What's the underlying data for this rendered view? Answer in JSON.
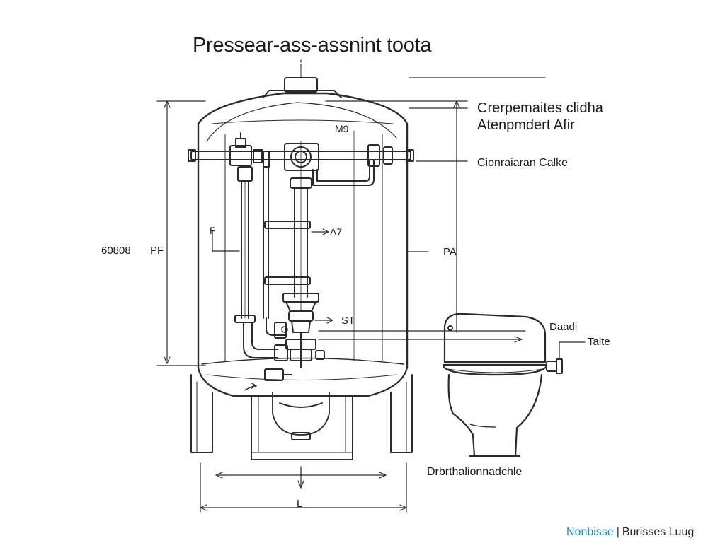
{
  "title": "Pressear-ass-assnint toota",
  "labels": {
    "callout_top_1": "Crerpemaites clidha",
    "callout_top_2": "Atenpmdert Afir",
    "callout_mid": "Cionraiaran Calke",
    "left_dim_value": "60808",
    "left_dim_unit": "PF",
    "pipe_label_top": "M9",
    "dim_left_inner": "F",
    "dim_right_inner": "A7",
    "right_dim_unit": "PA",
    "valve_label": "ST",
    "toilet_label_1": "Daadi",
    "toilet_label_2": "Talte",
    "bottom_label": "Drbrthalionnadchle",
    "width_label": "L"
  },
  "footer": {
    "brand": "Nonbisse",
    "separator": "|",
    "name": "Burisses Luug"
  },
  "colors": {
    "line": "#2a2a2a",
    "accent": "#1e8fc7",
    "background": "#ffffff"
  }
}
